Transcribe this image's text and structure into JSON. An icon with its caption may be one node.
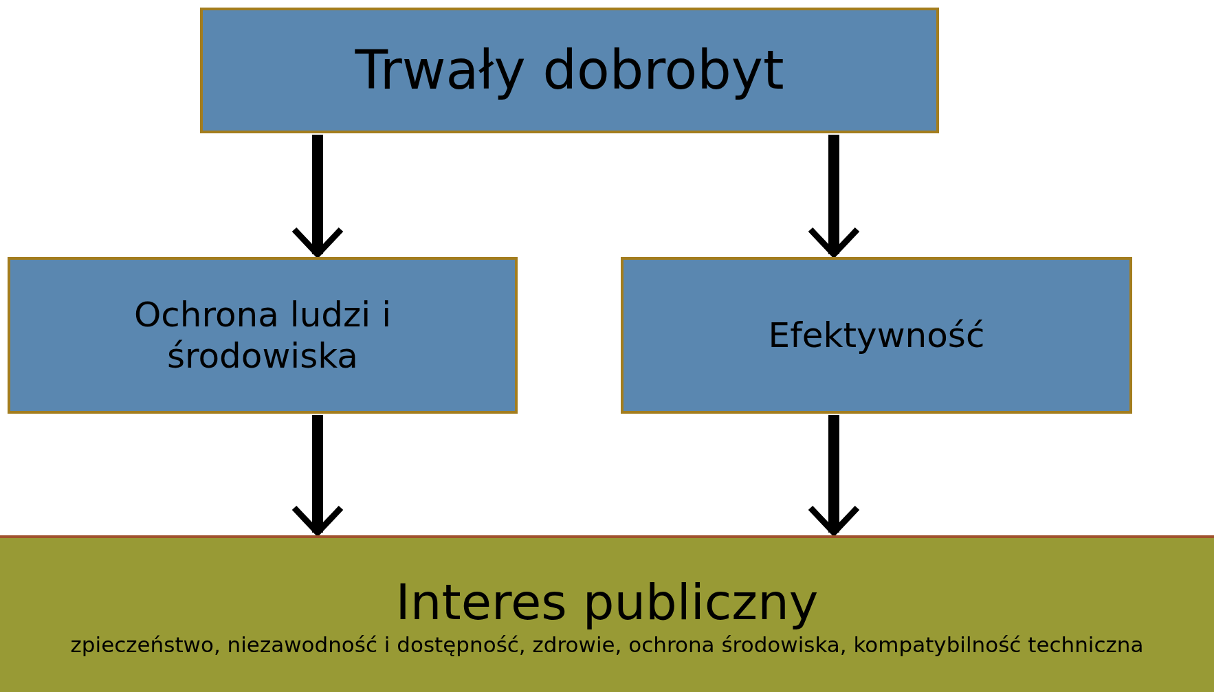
{
  "diagram": {
    "nodes": [
      {
        "text": [
          "Trwały dobrobyt"
        ]
      },
      {
        "text": [
          "Ochrona ludzi i środowiska"
        ]
      },
      {
        "text": [
          "Efektywność"
        ]
      },
      {
        "text": [
          "Interes publiczny",
          "zpieczeństwo, niezawodność i dostępność, zdrowie, ochrona środowiska, kompatybilność techniczna"
        ]
      }
    ],
    "edges": [
      {
        "from": 0,
        "to": 1,
        "arrow": "to"
      },
      {
        "from": 0,
        "to": 2,
        "arrow": "to"
      },
      {
        "from": 1,
        "to": 3,
        "arrow": "to"
      },
      {
        "from": 2,
        "to": 3,
        "arrow": "to"
      }
    ]
  }
}
